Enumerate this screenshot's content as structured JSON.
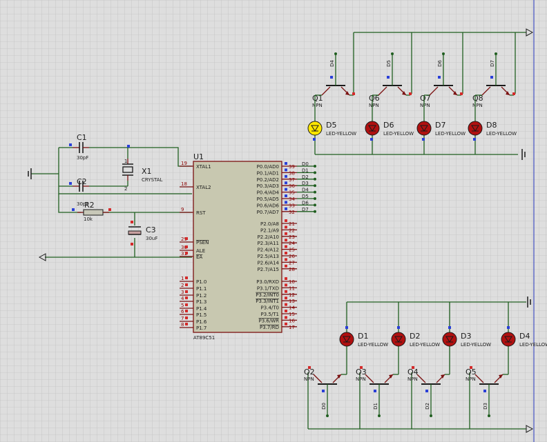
{
  "schematic": {
    "mcu": {
      "ref": "U1",
      "part": "AT89C51",
      "left_pins": [
        {
          "num": "19",
          "name": "XTAL1"
        },
        {
          "num": "18",
          "name": "XTAL2"
        },
        {
          "num": "9",
          "name": "RST"
        },
        {
          "num": "29",
          "name": "PSEN"
        },
        {
          "num": "30",
          "name": "ALE"
        },
        {
          "num": "31",
          "name": "EA"
        },
        {
          "num": "1",
          "name": "P1.0"
        },
        {
          "num": "2",
          "name": "P1.1"
        },
        {
          "num": "3",
          "name": "P1.2"
        },
        {
          "num": "4",
          "name": "P1.3"
        },
        {
          "num": "5",
          "name": "P1.4"
        },
        {
          "num": "6",
          "name": "P1.5"
        },
        {
          "num": "7",
          "name": "P1.6"
        },
        {
          "num": "8",
          "name": "P1.7"
        }
      ],
      "right_pins": [
        {
          "num": "39",
          "name": "P0.0/AD0",
          "net": "D0"
        },
        {
          "num": "38",
          "name": "P0.1/AD1",
          "net": "D1"
        },
        {
          "num": "37",
          "name": "P0.2/AD2",
          "net": "D2"
        },
        {
          "num": "36",
          "name": "P0.3/AD3",
          "net": "D3"
        },
        {
          "num": "35",
          "name": "P0.4/AD4",
          "net": "D4"
        },
        {
          "num": "34",
          "name": "P0.5/AD5",
          "net": "D5"
        },
        {
          "num": "33",
          "name": "P0.6/AD6",
          "net": "D6"
        },
        {
          "num": "32",
          "name": "P0.7/AD7",
          "net": "D7"
        },
        {
          "num": "21",
          "name": "P2.0/A8",
          "net": ""
        },
        {
          "num": "22",
          "name": "P2.1/A9",
          "net": ""
        },
        {
          "num": "23",
          "name": "P2.2/A10",
          "net": ""
        },
        {
          "num": "24",
          "name": "P2.3/A11",
          "net": ""
        },
        {
          "num": "25",
          "name": "P2.4/A12",
          "net": ""
        },
        {
          "num": "26",
          "name": "P2.5/A13",
          "net": ""
        },
        {
          "num": "27",
          "name": "P2.6/A14",
          "net": ""
        },
        {
          "num": "28",
          "name": "P2.7/A15",
          "net": ""
        },
        {
          "num": "10",
          "name": "P3.0/RXD",
          "net": ""
        },
        {
          "num": "11",
          "name": "P3.1/TXD",
          "net": ""
        },
        {
          "num": "12",
          "name": "P3.2/INT0",
          "net": ""
        },
        {
          "num": "13",
          "name": "P3.3/INT1",
          "net": ""
        },
        {
          "num": "14",
          "name": "P3.4/T0",
          "net": ""
        },
        {
          "num": "15",
          "name": "P3.5/T1",
          "net": ""
        },
        {
          "num": "16",
          "name": "P3.6/WR",
          "net": ""
        },
        {
          "num": "17",
          "name": "P3.7/RD",
          "net": ""
        }
      ]
    },
    "passives": {
      "c1": {
        "ref": "C1",
        "value": "30pF"
      },
      "c2": {
        "ref": "C2",
        "value": "30pF"
      },
      "x1": {
        "ref": "X1",
        "value": "CRYSTAL",
        "pin1": "1",
        "pin2": "2"
      },
      "r2": {
        "ref": "R2",
        "value": "10k"
      },
      "c3": {
        "ref": "C3",
        "value": "30uF"
      }
    },
    "top_bank": [
      {
        "q": "Q1",
        "led": "D5",
        "base_net": "D4",
        "lit": true
      },
      {
        "q": "Q6",
        "led": "D6",
        "base_net": "D5",
        "lit": false
      },
      {
        "q": "Q7",
        "led": "D7",
        "base_net": "D6",
        "lit": false
      },
      {
        "q": "Q8",
        "led": "D8",
        "base_net": "D7",
        "lit": false
      }
    ],
    "bottom_bank": [
      {
        "q": "Q2",
        "led": "D1",
        "base_net": "D0",
        "lit": false
      },
      {
        "q": "Q3",
        "led": "D2",
        "base_net": "D1",
        "lit": false
      },
      {
        "q": "Q4",
        "led": "D3",
        "base_net": "D2",
        "lit": false
      },
      {
        "q": "Q5",
        "led": "D4",
        "base_net": "D3",
        "lit": false
      }
    ],
    "transistor_type": "NPN",
    "led_type": "LED-YELLOW",
    "colors": {
      "wire": "#1f5e1f",
      "component": "#7a1010",
      "led_off": "#b01010",
      "led_on": "#ffe600",
      "pin_high": "#d42a2a",
      "pin_low": "#2a3fd8"
    }
  }
}
